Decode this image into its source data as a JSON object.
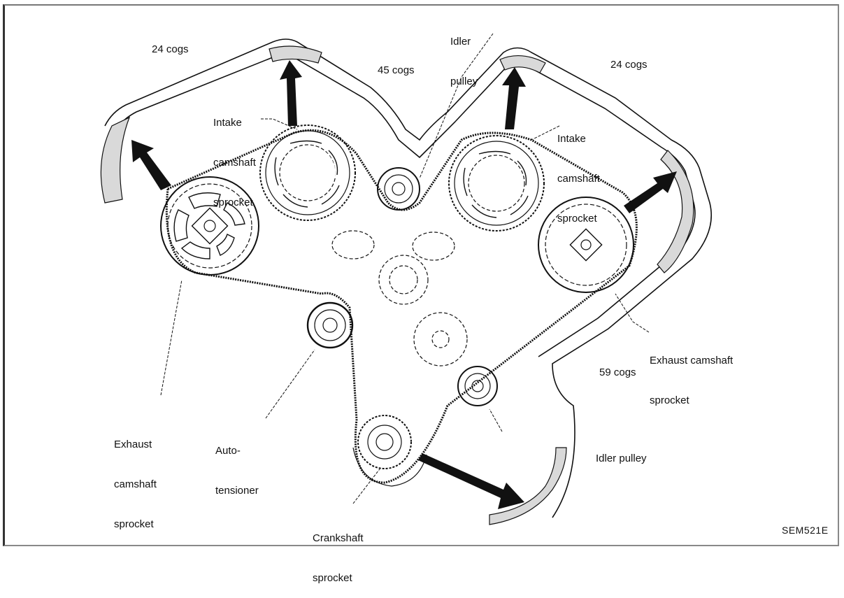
{
  "figure_code": "SEM521E",
  "callouts": {
    "cogs_left": "24 cogs",
    "cogs_middle": "45 cogs",
    "cogs_right": "24 cogs",
    "cogs_bottom": "59 cogs"
  },
  "labels": {
    "idler_pulley_top": [
      "Idler",
      "pulley"
    ],
    "intake_left": [
      "Intake",
      "camshaft",
      "sprocket"
    ],
    "intake_right": [
      "Intake",
      "camshaft",
      "sprocket"
    ],
    "exhaust_right": [
      "Exhaust camshaft",
      "sprocket"
    ],
    "exhaust_left": [
      "Exhaust",
      "camshaft",
      "sprocket"
    ],
    "auto_tensioner": [
      "Auto-",
      "tensioner"
    ],
    "idler_pulley_bottom": [
      "Idler pulley"
    ],
    "crankshaft": [
      "Crankshaft",
      "sprocket"
    ]
  },
  "colors": {
    "ink": "#111111",
    "belt_fill": "#d9d9d9",
    "paper": "#ffffff"
  }
}
